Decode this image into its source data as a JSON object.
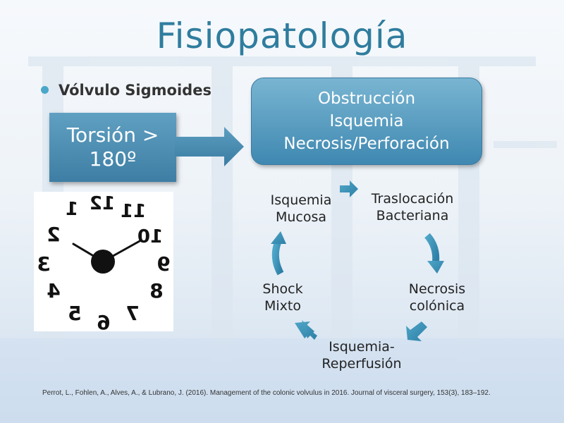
{
  "slide": {
    "title": "Fisiopatología",
    "bullet": "Vólvulo Sigmoides",
    "torsion_line1": "Torsión >",
    "torsion_line2": "180º",
    "obstruction": [
      "Obstrucción",
      "Isquemia",
      "Necrosis/Perforación"
    ],
    "cycle": {
      "isquemia_mucosa": [
        "Isquemia",
        "Mucosa"
      ],
      "traslocacion": [
        "Traslocación",
        "Bacteriana"
      ],
      "necrosis": [
        "Necrosis",
        "colónica"
      ],
      "isquemia_reperfusion": [
        "Isquemia-",
        "Reperfusión"
      ],
      "shock": [
        "Shock",
        "Mixto"
      ]
    },
    "clock_numerals": [
      "12",
      "1",
      "11",
      "10",
      "2",
      "3",
      "9",
      "4",
      "8",
      "5",
      "7",
      "6"
    ],
    "citation": "Perrot, L., Fohlen, A., Alves, A., & Lubrano, J. (2016). Management of the colonic volvulus in 2016. Journal of visceral surgery, 153(3), 183–192.",
    "colors": {
      "title": "#2f7d9e",
      "box": "#3e7ea4",
      "cycle_arrow": "#3a93b8"
    }
  }
}
